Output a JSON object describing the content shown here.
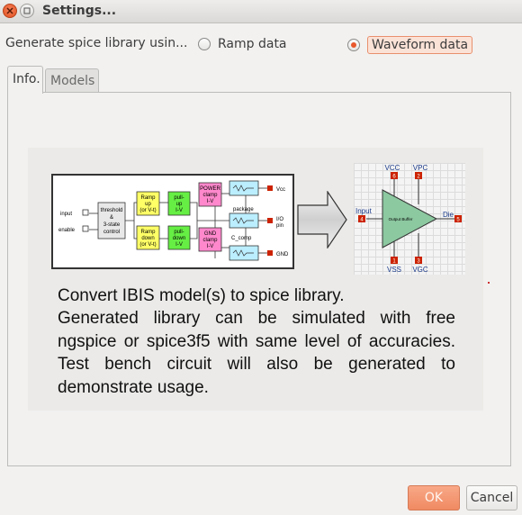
{
  "window": {
    "title": "Settings..."
  },
  "mode": {
    "label": "Generate spice library usin...",
    "options": [
      {
        "label": "Ramp data",
        "selected": false
      },
      {
        "label": "Waveform data",
        "selected": true
      }
    ]
  },
  "tabs": [
    {
      "label": "Info.",
      "active": true
    },
    {
      "label": "Models",
      "active": false
    }
  ],
  "info": {
    "block_diagram": {
      "inputs": [
        "input",
        "enable"
      ],
      "blocks": {
        "threshold": [
          "threshold",
          "&",
          "3-state",
          "control"
        ],
        "ramp_up": [
          "Ramp",
          "up",
          "(or V-t)"
        ],
        "ramp_down": [
          "Ramp",
          "down",
          "(or V-t)"
        ],
        "pull_up": [
          "pull-",
          "up",
          "I-V"
        ],
        "pull_down": [
          "pull-",
          "down",
          "I-V"
        ],
        "power_clamp": [
          "POWER",
          "clamp",
          "I-V"
        ],
        "gnd_clamp": [
          "GND",
          "clamp",
          "I-V"
        ]
      },
      "package_label": "package",
      "ccomp_label": "C_comp",
      "pins": [
        "Vcc",
        "I/O",
        "pin",
        "GND"
      ]
    },
    "buffer_diagram": {
      "pin_vcc": "VCC",
      "pin_vpc": "VPC",
      "pin_input": "Input",
      "pin_die": "Die",
      "pin_vss": "VSS",
      "pin_vgc": "VGC",
      "triangle_label": "Output Buffer",
      "numbers": [
        "6",
        "2",
        "4",
        "5",
        "1",
        "3"
      ]
    },
    "description": [
      "Convert IBIS model(s) to spice library.",
      "Generated library can be simulated with free ngspice or spice3f5 with same level of accuracies. Test bench circuit will also be generated to demonstrate usage."
    ]
  },
  "buttons": {
    "ok": "OK",
    "cancel": "Cancel"
  },
  "colors": {
    "accent": "#f08a62",
    "radio_selected": "#e8582c",
    "block_yellow": "#ffff66",
    "block_green": "#66ee44",
    "block_pink": "#ff88cc",
    "block_cyan": "#bbeeff",
    "buffer_green": "#8cc8a0",
    "pin_red": "#cc2200"
  },
  "icons": {
    "close": "close-icon",
    "minimize": "minimize-icon",
    "arrow": "right-arrow-icon"
  }
}
